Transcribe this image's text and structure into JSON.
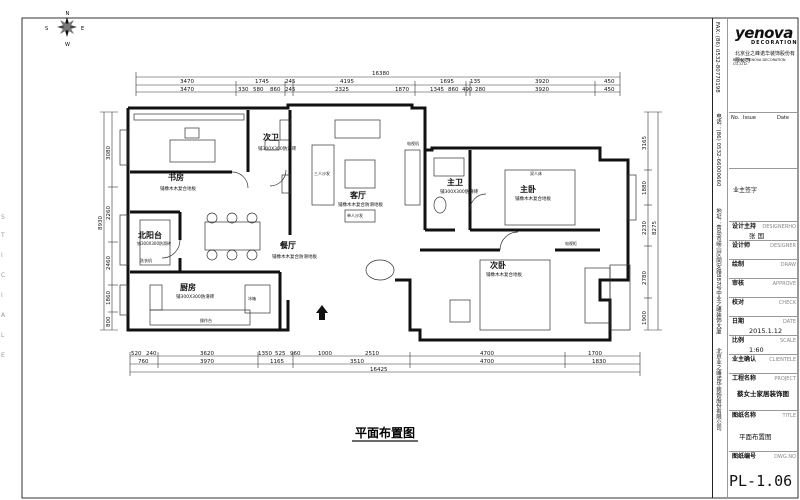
{
  "compass": {
    "n": "N",
    "s": "S",
    "e": "E",
    "w": "W"
  },
  "rooms": {
    "study": "书房",
    "study_note": "铺橡木木复合地板",
    "second_bath": "次卫",
    "second_bath_note": "铺300X300防滑砖",
    "living": "客厅",
    "living_note": "铺橡木木复合防滑地板",
    "dining": "餐厅",
    "dining_note": "铺橡木木复合防滑地板",
    "north_balcony": "北阳台",
    "north_balcony_note": "铺300X300防滑砖",
    "kitchen": "厨房",
    "kitchen_note": "铺300X300防滑砖",
    "master_bath": "主卫",
    "master_bath_note": "铺300X300防滑砖",
    "master_bed": "主卧",
    "master_bed_note": "铺橡木木复合地板",
    "second_bed": "次卧",
    "second_bed_note": "铺橡木木复合地板",
    "sofa_3": "三人沙发",
    "sofa_2": "单人沙发",
    "tv": "电视机",
    "bed_double": "双人床",
    "tv_cab": "电视柜",
    "washer": "洗衣机",
    "fridge": "冰箱",
    "op_table": "操作台"
  },
  "dims": {
    "top_total": "16380",
    "top_row1": [
      "3470",
      "1745",
      "245",
      "4195",
      "1695",
      "135",
      "3920",
      "450"
    ],
    "top_row2": [
      "3470",
      "330",
      "580",
      "860",
      "245",
      "2325",
      "1870",
      "1345",
      "860",
      "490",
      "280",
      "3920",
      "450"
    ],
    "bottom_row1": [
      "520",
      "240",
      "3620",
      "1350",
      "525",
      "960",
      "1000",
      "2510",
      "4700",
      "1700"
    ],
    "bottom_row2": [
      "760",
      "3970",
      "1165",
      "3510",
      "4700",
      "1830"
    ],
    "bottom_total": "16425",
    "left_side": [
      "3080",
      "2260",
      "2460",
      "1860",
      "800"
    ],
    "left_total": "8930",
    "right_side": [
      "3165",
      "1880",
      "2230",
      "2780",
      "1900"
    ],
    "right_total": "8275"
  },
  "drawing_title": "平面布置图",
  "title_block": {
    "logo": "yenova",
    "logo_sub": "DECORATION",
    "company_cn": "北京业之峰诺华装饰股份有限公司",
    "company_en": "BEIJING YENOVA DECORATION CO.,LTD.",
    "address": "地址：青岛市崂山区同安路887号中业之峰装饰大厦",
    "phone": "电话：(86) 0532-66000660",
    "fax": "FAX: (86) 0532-80770198",
    "issue_no": "No.",
    "issue": "Issue",
    "date_col": "Date",
    "notice": "业主签字",
    "designer_lbl": "设计主持",
    "designer_en": "DESIGNERHO",
    "designer_val": "张 国",
    "designer2_lbl": "设计师",
    "designer2_en": "DESIGNER",
    "draw_lbl": "绘制",
    "draw_en": "DRAW",
    "approve_lbl": "审核",
    "approve_en": "APPROVE",
    "check_lbl": "校对",
    "check_en": "CHECK",
    "date_lbl": "日期",
    "date_en": "DATE",
    "date_val": "2015.1.12",
    "scale_lbl": "比例",
    "scale_en": "SCALE",
    "scale_val": "1:60",
    "client_lbl": "业主确认",
    "client_en": "CLIENTELE",
    "project_lbl": "工程名称",
    "project_en": "PROJECT",
    "project_val": "蔡女士家居装饰图",
    "title_lbl": "图纸名称",
    "title_en": "TITLE",
    "title_val": "平面布置图",
    "dwg_lbl": "图纸编号",
    "dwg_en": "DWG.NO",
    "dwg_no": "PL-1.06"
  },
  "left_marks": [
    "S",
    "T",
    "I",
    "C",
    "I",
    "A",
    "L",
    "E"
  ]
}
